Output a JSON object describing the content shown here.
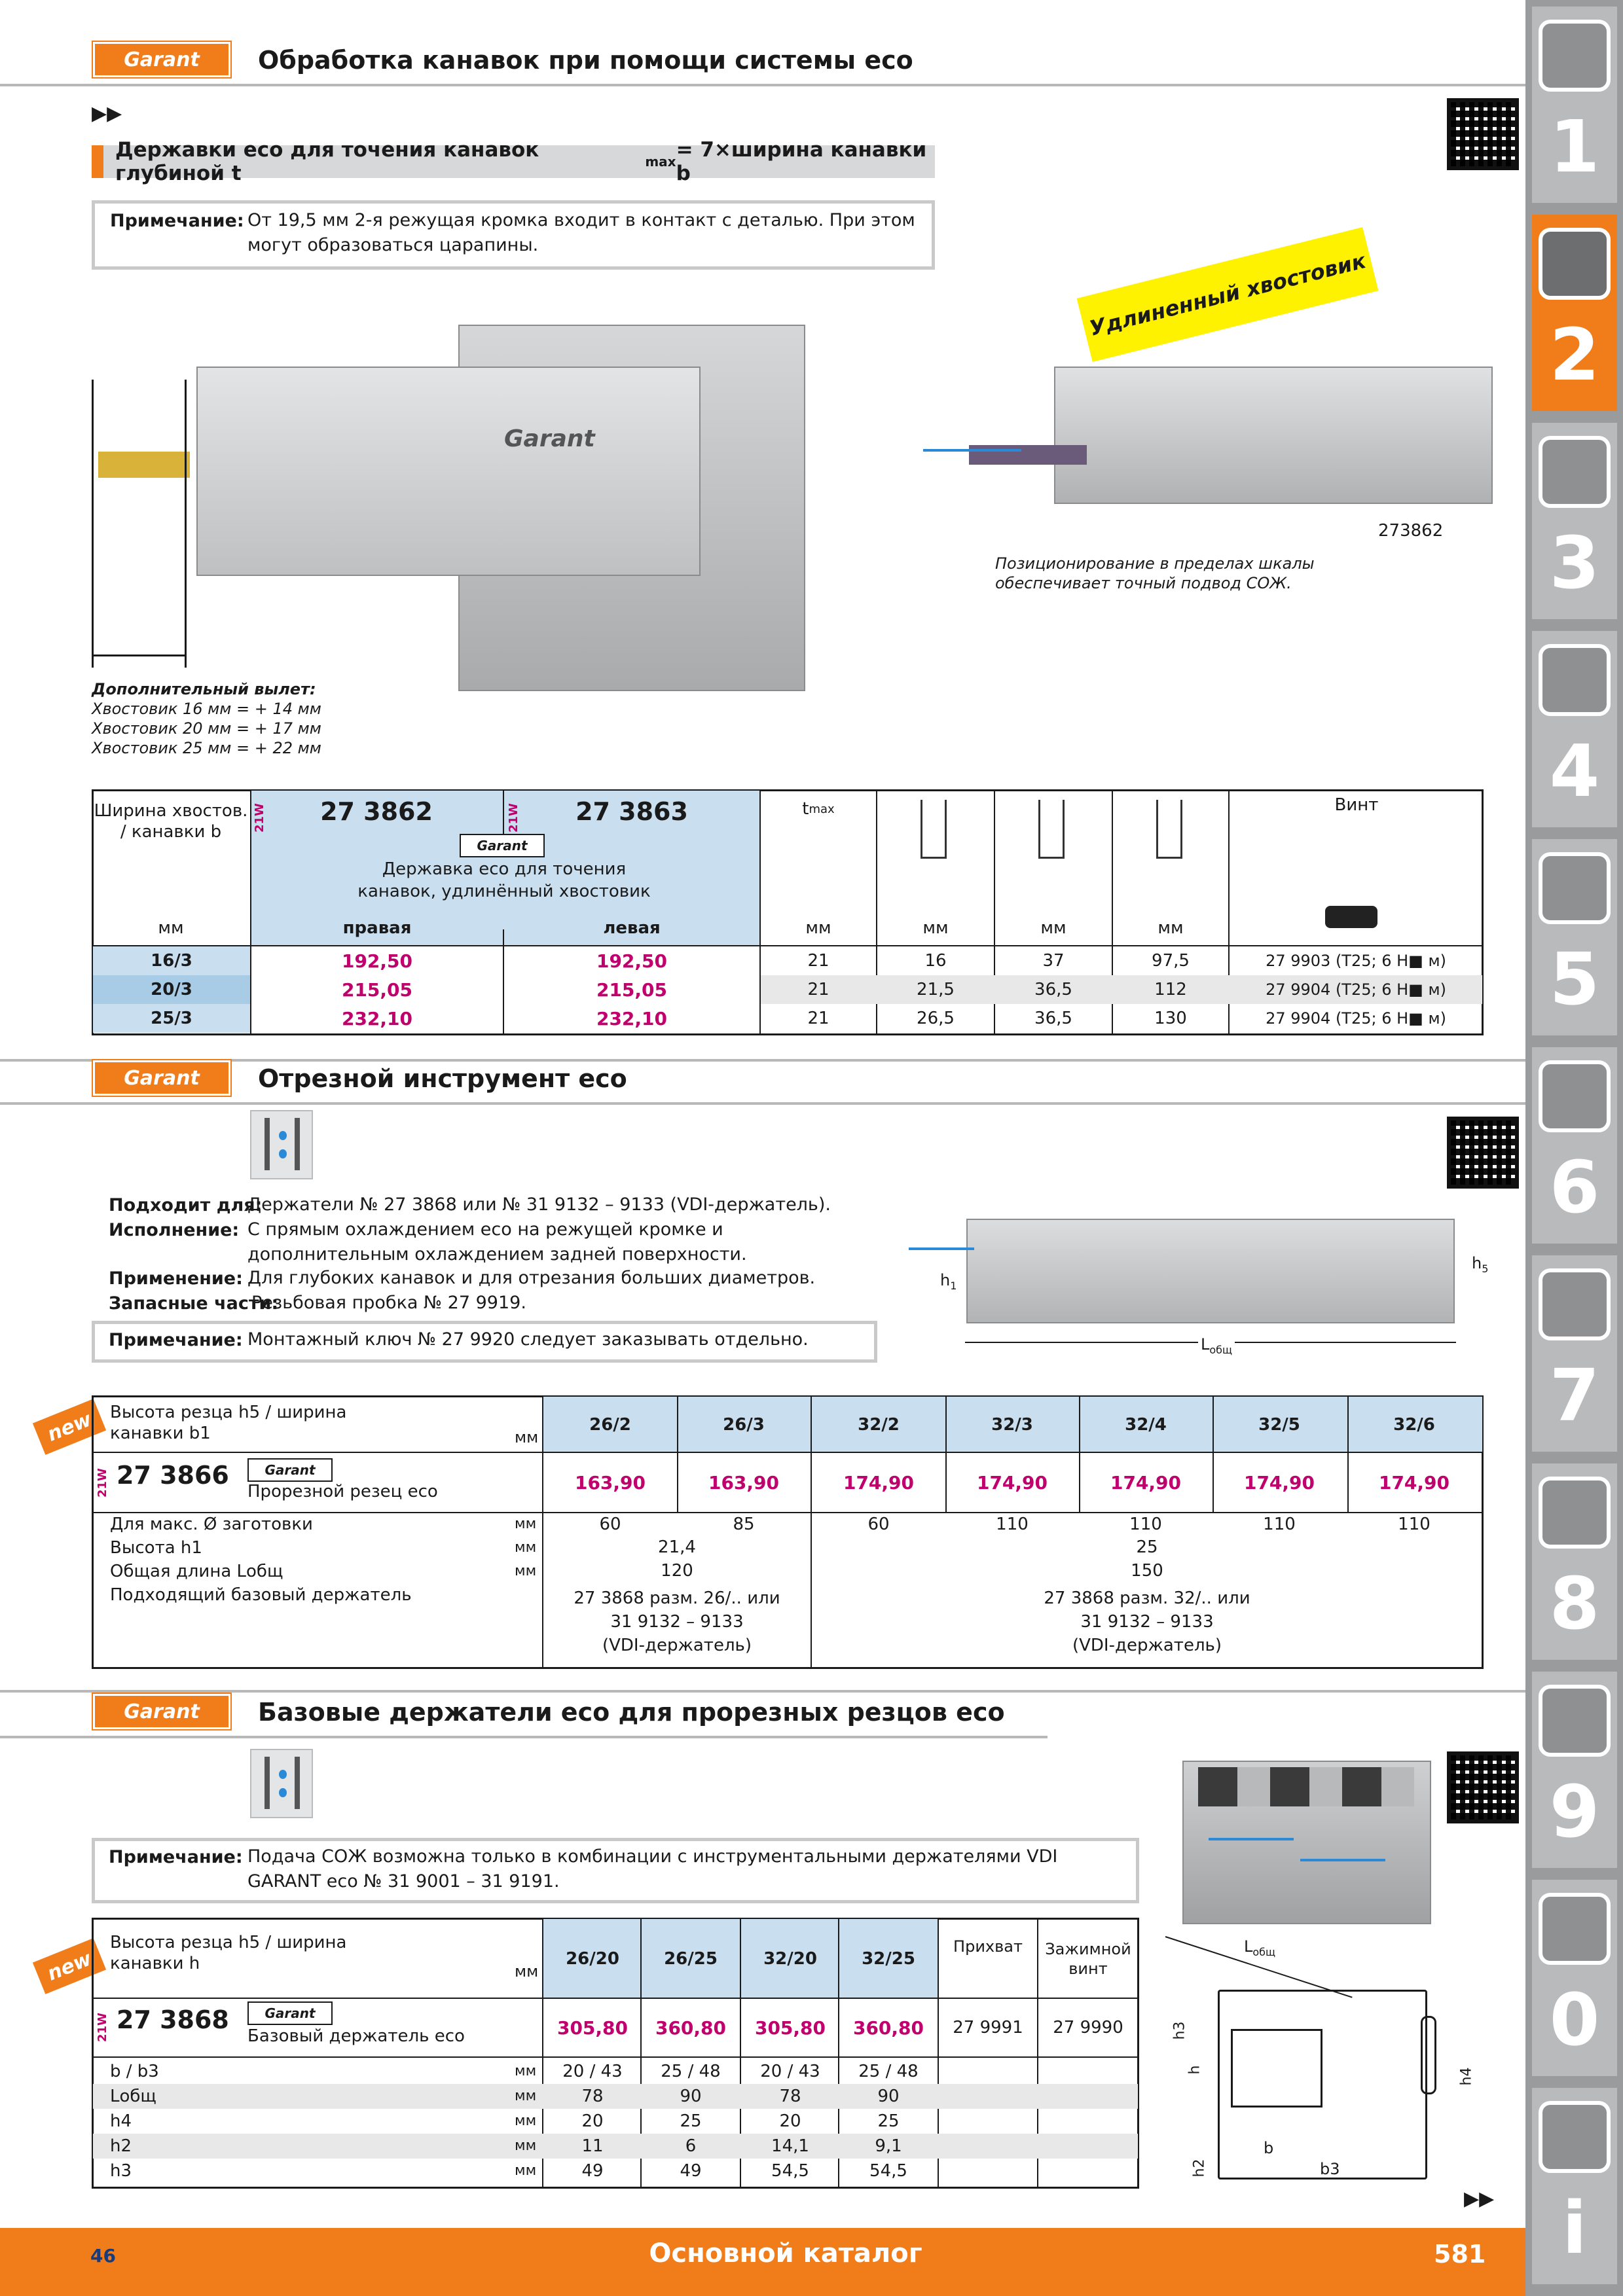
{
  "brand": "Garant",
  "rail": {
    "numbers": [
      "1",
      "2",
      "3",
      "4",
      "5",
      "6",
      "7",
      "8",
      "9",
      "0",
      "i"
    ],
    "active": "2"
  },
  "section1": {
    "title": "Обработка канавок при помощи системы eco",
    "subhead_main": "Державки eco для точения канавок глубиной t",
    "subhead_sub": "max",
    "subhead_rest": " = 7×ширина канавки b",
    "note_label": "Примечание:",
    "note_text": "От 19,5 мм 2-я режущая кромка входит в контакт с деталью. При этом могут образоваться царапины.",
    "sticker": "Удлиненный хвостовик",
    "photo_label": "273862",
    "positioning_caption": "Позиционирование в пределах шкалы обеспечивает точный подвод СОЖ.",
    "overhang_caption": [
      "Дополнительный вылет:",
      "Хвостовик 16 мм = + 14 мм",
      "Хвостовик 20 мм = + 17 мм",
      "Хвостовик 25 мм = + 22 мм"
    ],
    "table": {
      "col1_header": "Ширина хвостов. / канавки b",
      "code": "21W",
      "art_right": "27 3862",
      "art_left": "27 3863",
      "desc": "Державка eco для точения канавок, удлинённый хвостовик",
      "right_label": "правая",
      "left_label": "левая",
      "tmax": "t",
      "tmax_sub": "max",
      "screw": "Винт",
      "unit": "мм",
      "rows": [
        {
          "size": "16/3",
          "right": "192,50",
          "left": "192,50",
          "tmax": "21",
          "c1": "16",
          "c2": "37",
          "c3": "97,5",
          "screw": "27 9903 (T25; 6 Н■ м)"
        },
        {
          "size": "20/3",
          "right": "215,05",
          "left": "215,05",
          "tmax": "21",
          "c1": "21,5",
          "c2": "36,5",
          "c3": "112",
          "screw": "27 9904 (T25; 6 Н■ м)"
        },
        {
          "size": "25/3",
          "right": "232,10",
          "left": "232,10",
          "tmax": "21",
          "c1": "26,5",
          "c2": "36,5",
          "c3": "130",
          "screw": "27 9904 (T25; 6 Н■ м)"
        }
      ]
    }
  },
  "section2": {
    "title": "Отрезной инструмент eco",
    "fits_label": "Подходит для:",
    "fits_text": "Держатели № 27 3868 или № 31 9132 – 9133 (VDI-держатель).",
    "design_label": "Исполнение:",
    "design_text": "С прямым охлаждением eco на режущей кромке и дополнительным охлаждением задней поверхности.",
    "use_label": "Применение:",
    "use_text": "Для глубоких канавок и для отрезания больших диаметров.",
    "parts_label": "Запасные части:",
    "parts_text": "Резьбовая пробка № 27 9919.",
    "note_label": "Примечание:",
    "note_text": "Монтажный ключ № 27 9920 следует заказывать отдельно.",
    "dim_h1": "h",
    "dim_h5": "h",
    "dim_l": "L",
    "new": "new",
    "table": {
      "header": "Высота резца h5 / ширина канавки b1",
      "unit": "мм",
      "code": "21W",
      "art": "27 3866",
      "desc": "Прорезной резец eco",
      "sizes": [
        "26/2",
        "26/3",
        "32/2",
        "32/3",
        "32/4",
        "32/5",
        "32/6"
      ],
      "prices": [
        "163,90",
        "163,90",
        "174,90",
        "174,90",
        "174,90",
        "174,90",
        "174,90"
      ],
      "maxdia_label": "Для макс. Ø заготовки",
      "maxdia": [
        "60",
        "85",
        "60",
        "110",
        "110",
        "110",
        "110"
      ],
      "h1_label": "Высота h1",
      "h1_a": "21,4",
      "h1_b": "25",
      "len_label": "Общая длина Lобщ",
      "len_a": "120",
      "len_b": "150",
      "holder_label": "Подходящий базовый держатель",
      "holder_a": [
        "27 3868 разм. 26/.. или",
        "31 9132 – 9133",
        "(VDI-держатель)"
      ],
      "holder_b": [
        "27 3868 разм. 32/.. или",
        "31 9132 – 9133",
        "(VDI-держатель)"
      ]
    }
  },
  "section3": {
    "title": "Базовые держатели eco для прорезных резцов eco",
    "note_label": "Примечание:",
    "note_text": "Подача СОЖ возможна только в комбинации с инструментальными держателями VDI GARANT eco № 31 9001 – 31 9191.",
    "new": "new",
    "dims": [
      "L",
      "h3",
      "h",
      "h4",
      "h2",
      "b",
      "b3"
    ],
    "table": {
      "header": "Высота резца h5 / ширина канавки h",
      "unit": "мм",
      "code": "21W",
      "art": "27 3868",
      "desc": "Базовый держатель eco",
      "sizes": [
        "26/20",
        "26/25",
        "32/20",
        "32/25"
      ],
      "clamp": "Прихват",
      "screw": "Зажимной винт",
      "prices": [
        "305,80",
        "360,80",
        "305,80",
        "360,80"
      ],
      "clamp_no": "27 9991",
      "screw_no": "27 9990",
      "rows": [
        {
          "label": "b / b3",
          "vals": [
            "20 / 43",
            "25 / 48",
            "20 / 43",
            "25 / 48"
          ]
        },
        {
          "label": "Lобщ",
          "vals": [
            "78",
            "90",
            "78",
            "90"
          ]
        },
        {
          "label": "h4",
          "vals": [
            "20",
            "25",
            "20",
            "25"
          ]
        },
        {
          "label": "h2",
          "vals": [
            "11",
            "6",
            "14,1",
            "9,1"
          ]
        },
        {
          "label": "h3",
          "vals": [
            "49",
            "49",
            "54,5",
            "54,5"
          ]
        }
      ]
    }
  },
  "footer": {
    "page_left": "46",
    "title": "Основной каталог",
    "page_right": "581"
  }
}
